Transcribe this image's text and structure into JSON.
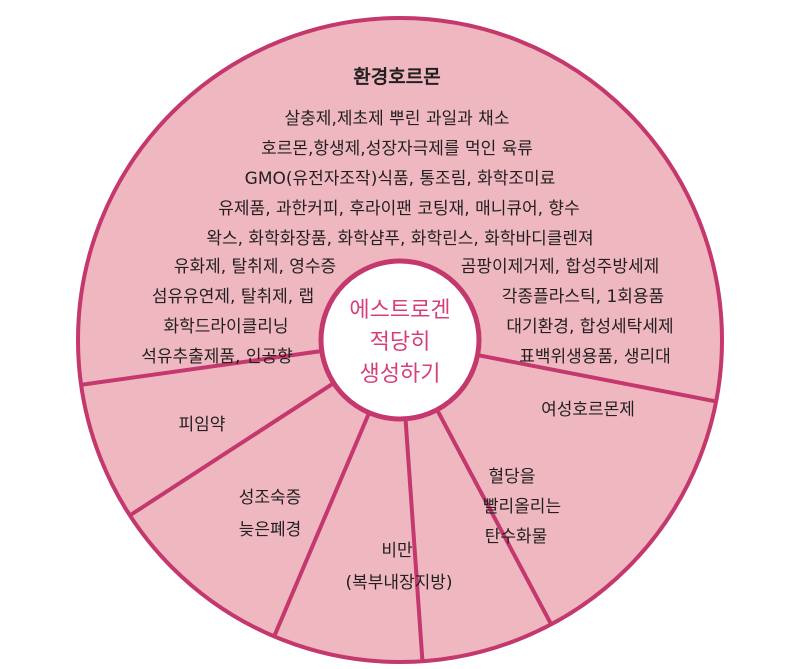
{
  "colors": {
    "wedge_fill": "#efb8c1",
    "divider": "#c4386d",
    "center_fill": "#ffffff",
    "center_text": "#d63f7c",
    "text": "#231f20"
  },
  "center": {
    "lines": [
      "에스트로겐",
      "적당히",
      "생성하기"
    ]
  },
  "top_wedge": {
    "title": "환경호르몬",
    "lines": [
      "살충제,제초제 뿌린 과일과 채소",
      "호르몬,항생제,성장자극제를 먹인 육류",
      "GMO(유전자조작)식품, 통조림, 화학조미료",
      "유제품, 과한커피, 후라이팬 코팅재, 매니큐어, 향수",
      "왁스, 화학화장품, 화학샴푸, 화학린스, 화학바디클렌져"
    ],
    "left_lines": [
      "유화제, 탈취제, 영수증",
      "섬유유연제, 탈취제, 랩",
      "화학드라이클리닝",
      "석유추출제품, 인공향"
    ],
    "right_lines": [
      "곰팡이제거제, 합성주방세제",
      "각종플라스틱, 1회용품",
      "대기환경, 합성세탁세제",
      "표백위생용품, 생리대"
    ]
  },
  "wedges": {
    "birth_control": [
      "피임약"
    ],
    "early_puberty": [
      "성조숙증",
      "늦은폐경"
    ],
    "obesity": [
      "비만",
      "(복부내장지방)"
    ],
    "carbs": [
      "혈당을",
      "빨리올리는",
      "탄수화물"
    ],
    "hormone_drugs": [
      "여성호르몬제"
    ]
  }
}
